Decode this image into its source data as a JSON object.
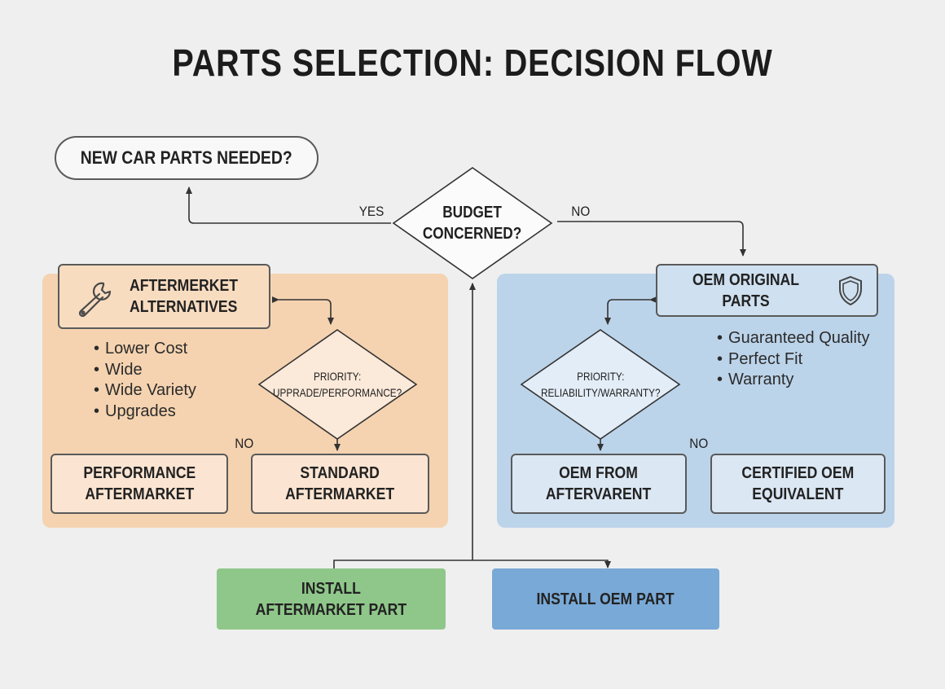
{
  "title": "PARTS SELECTION: DECISION FLOW",
  "nodes": {
    "start": "NEW CAR PARTS NEEDED?",
    "budget": "BUDGET\nCONCERNED?",
    "aftermarket_alt": "AFTERMERKET\nALTERNATIVES",
    "oem_original": "OEM ORIGINAL PARTS",
    "priority_left": "PRIORITY:\nUPPRADE/PERFORMANCE?",
    "priority_right": "PRIORITY:\nRELIABILITY/WARRANTY?",
    "performance": "PERFORMANCE\nAFTERMARKET",
    "standard": "STANDARD\nAFTERMARKET",
    "oem_from": "OEM FROM\nAFTERVARENT",
    "certified": "CERTIFIED OEM\nEQUIVALENT",
    "install_after": "INSTALL\nAFTERMARKET PART",
    "install_oem": "INSTALL OEM PART"
  },
  "bullets_left": [
    "Lower Cost",
    "Wide",
    "Wide Variety",
    "Upgrades"
  ],
  "bullets_right": [
    "Guaranteed Quality",
    "Perfect Fit",
    "Warranty"
  ],
  "labels": {
    "yes": "YES",
    "no_top": "NO",
    "no_left": "NO",
    "no_right": "NO"
  },
  "icons": {
    "aftermarket": "wrench-icon",
    "oem": "shield-icon"
  },
  "colors": {
    "aftermarket_panel": "#f5d3b0",
    "oem_panel": "#bcd4ea",
    "install_aftermarket": "#8fc78a",
    "install_oem": "#79a9d6"
  }
}
